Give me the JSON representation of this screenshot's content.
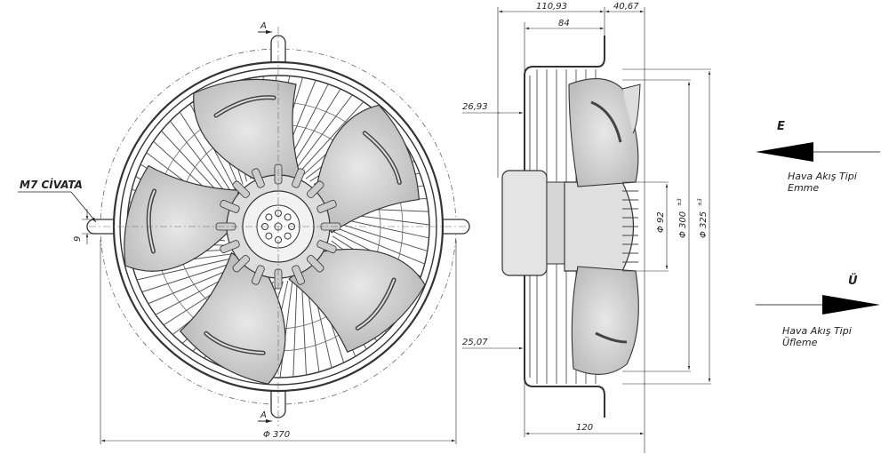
{
  "front_view": {
    "bolt_label": "M7 CİVATA",
    "dim_bolt_offset": "9",
    "dim_diameter": "Φ 370",
    "section_marker_top": "A",
    "section_marker_bottom": "A",
    "blade_count": 5
  },
  "side_view": {
    "dim_overall": "110,93",
    "dim_guard_depth": "84",
    "dim_front": "40,67",
    "dim_top_offset": "26,93",
    "dim_bottom_offset": "25,07",
    "dim_width": "120",
    "dim_hub": "Φ 92",
    "dim_blade": "Φ 300",
    "dim_blade_tol": "±3",
    "dim_guard": "Φ 325",
    "dim_guard_tol": "±3"
  },
  "airflow": {
    "suction": {
      "letter": "E",
      "line1": "Hava Akış Tipi",
      "line2": "Emme"
    },
    "blowing": {
      "letter": "Ü",
      "line1": "Hava Akış Tipi",
      "line2": "Üfleme"
    }
  }
}
